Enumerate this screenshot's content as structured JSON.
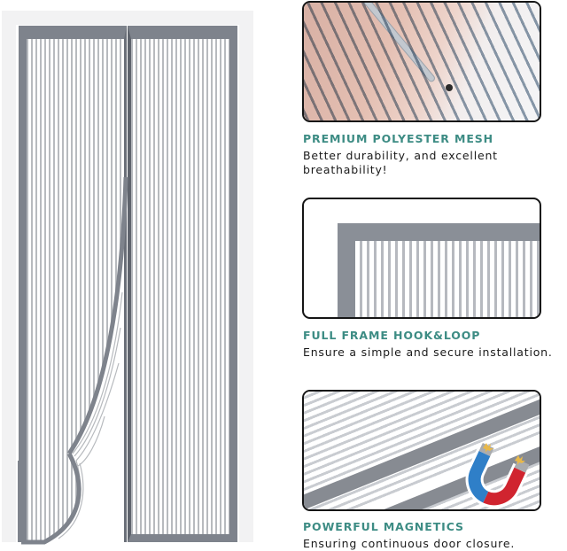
{
  "product_image": {
    "door": {
      "frame_color": "#7e838c",
      "mesh_color": "#b7babe",
      "left_panel_state": "peeled-open-corner",
      "right_panel_state": "closed"
    }
  },
  "features": [
    {
      "title": "PREMIUM POLYESTER MESH",
      "description_lines": [
        "Better durability, and excellent",
        "breathability!"
      ],
      "image": "hand-behind-mesh-with-screwdriver"
    },
    {
      "title": "FULL FRAME HOOK&LOOP",
      "description_lines": [
        "Ensure a simple and secure installation."
      ],
      "image": "mesh-frame-corner"
    },
    {
      "title": "POWERFUL MAGNETICS",
      "description_lines": [
        "Ensuring continuous door closure."
      ],
      "image": "magnetic-strips-with-magnet-icon"
    }
  ],
  "colors": {
    "title_accent": "#3d8c84",
    "body_text": "#1a1a1a",
    "card_border": "#151515",
    "magnet_blue": "#2f7fc8",
    "magnet_red": "#d0242f"
  }
}
